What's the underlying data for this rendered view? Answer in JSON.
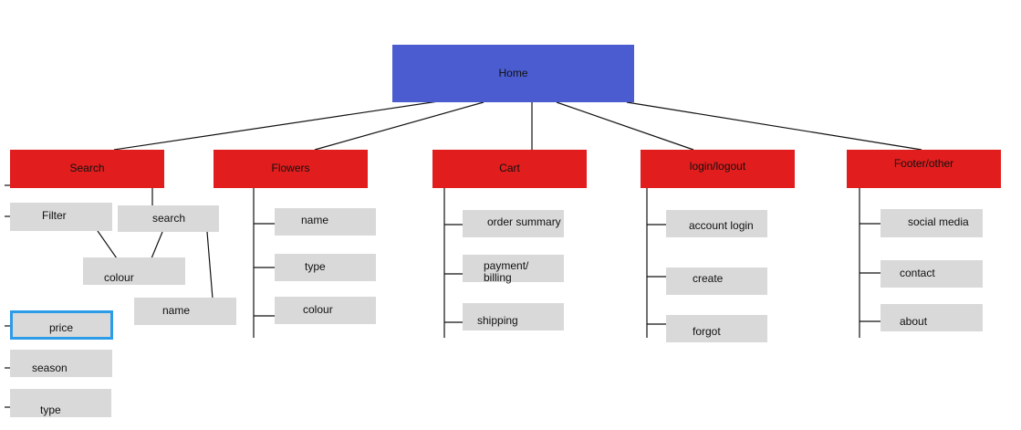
{
  "colors": {
    "home": "#4a5ccf",
    "section": "#e11d1d",
    "leaf": "#d9d9d9",
    "selection": "#2c9be8",
    "line": "#111111"
  },
  "home": {
    "label": "Home"
  },
  "sections": {
    "search": {
      "label": "Search",
      "filter": "Filter",
      "search": "search",
      "colour": "colour",
      "name": "name",
      "price": "price",
      "season": "season",
      "type": "type"
    },
    "flowers": {
      "label": "Flowers",
      "items": [
        "name",
        "type",
        "colour"
      ]
    },
    "cart": {
      "label": "Cart",
      "items": [
        "order summary",
        "payment/\nbilling",
        "shipping"
      ]
    },
    "login": {
      "label": "login/logout",
      "items": [
        "account login",
        "create",
        "forgot"
      ]
    },
    "footer": {
      "label": "Footer/other",
      "items": [
        "social media",
        "contact",
        "about"
      ]
    }
  },
  "selected_item": "price"
}
